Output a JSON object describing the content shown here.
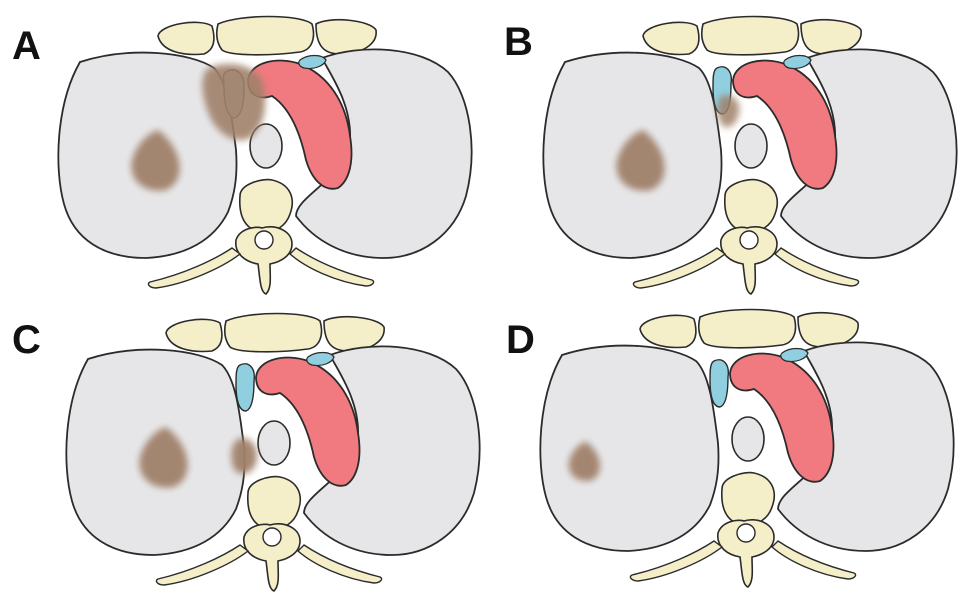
{
  "colors": {
    "lung": "#e6e6e8",
    "bone": "#f4eec9",
    "aorta": "#f07a7f",
    "vessel": "#8fcfe0",
    "lesion": "#a0816a",
    "outline": "#2b2b2b",
    "spinal_canal": "#ffffff"
  },
  "panels": [
    {
      "id": "A",
      "label": "A",
      "has_right_vessel": false,
      "hilar_lesion": "large",
      "peripheral_lesion": "medium"
    },
    {
      "id": "B",
      "label": "B",
      "has_right_vessel": true,
      "hilar_lesion": "small",
      "peripheral_lesion": "medium"
    },
    {
      "id": "C",
      "label": "C",
      "has_right_vessel": true,
      "hilar_lesion": "nodule",
      "peripheral_lesion": "medium"
    },
    {
      "id": "D",
      "label": "D",
      "has_right_vessel": true,
      "hilar_lesion": "none",
      "peripheral_lesion": "small"
    }
  ]
}
